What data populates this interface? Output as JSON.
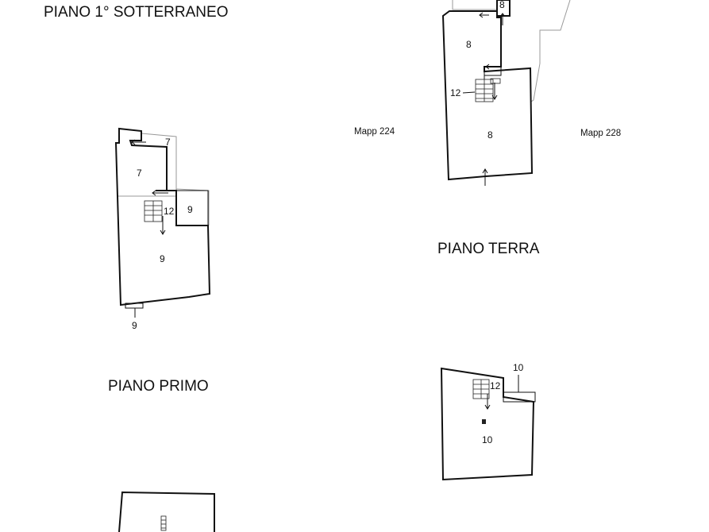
{
  "titles": {
    "basement": "PIANO 1° SOTTERRANEO",
    "ground": "PIANO TERRA",
    "first": "PIANO PRIMO"
  },
  "neighbors": {
    "left": "Mapp 224",
    "right": "Mapp 228"
  },
  "ground_floor": {
    "room_top": "8",
    "room_upper": "8",
    "stair": "12",
    "room_main": "8"
  },
  "first_floor": {
    "room_top_right": "7",
    "room_left": "7",
    "stair": "12",
    "room_annex": "9",
    "room_main": "9",
    "entry": "9"
  },
  "second_plan": {
    "label_top": "10",
    "stair": "12",
    "room_main": "10"
  }
}
